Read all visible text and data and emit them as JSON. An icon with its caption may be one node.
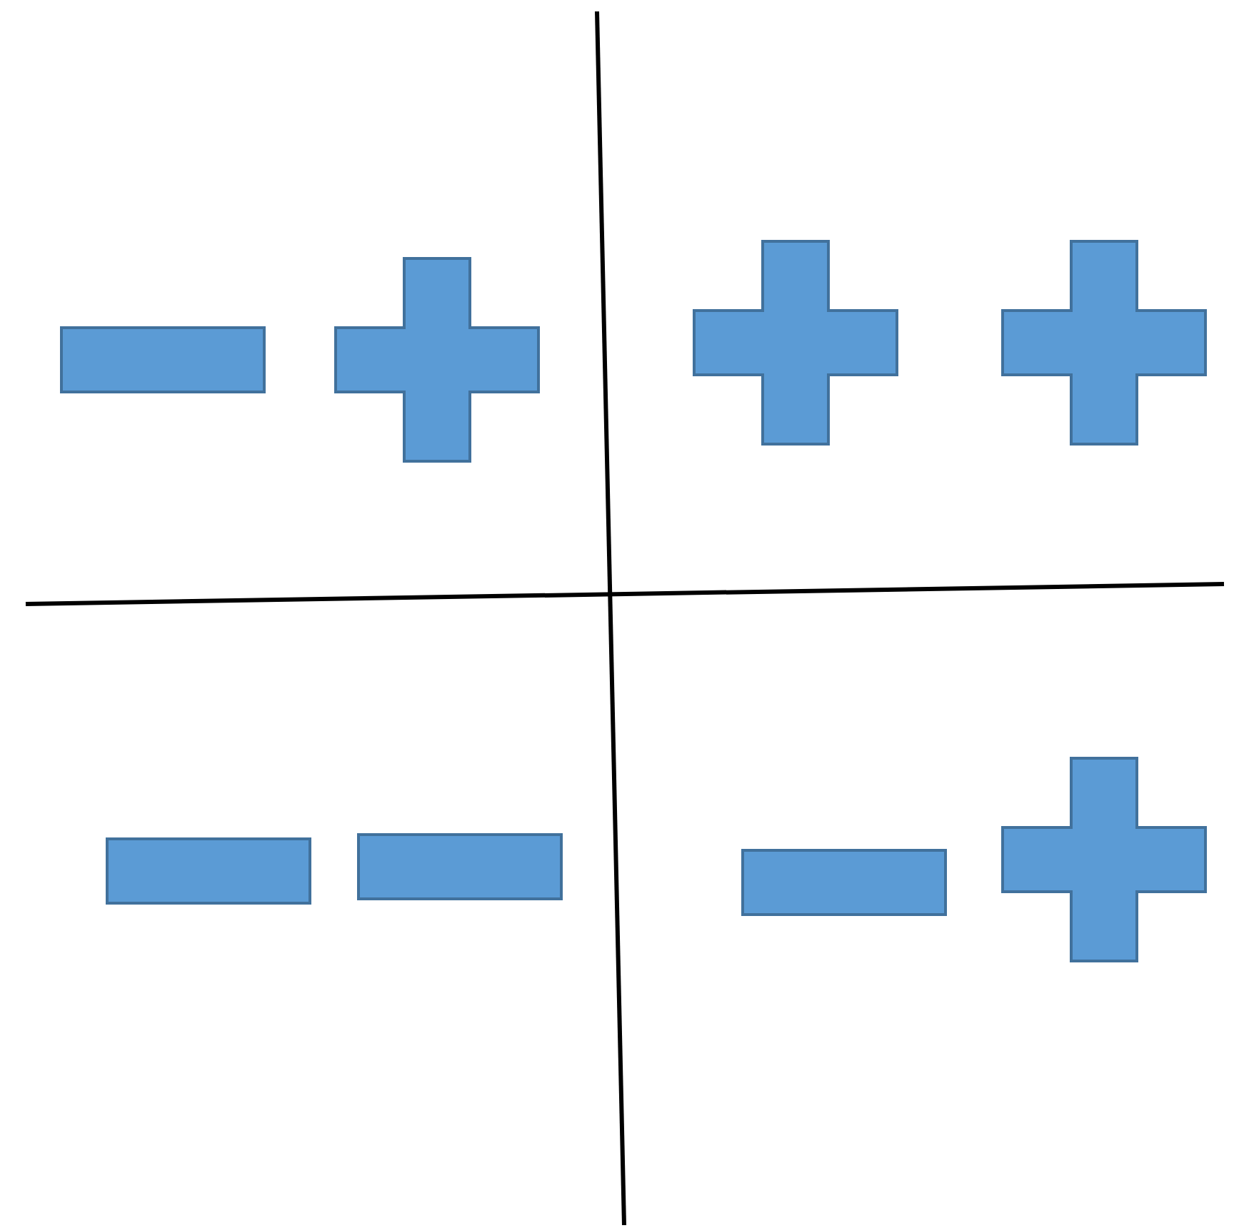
{
  "diagram": {
    "nodes": [
      {
        "text": [],
        "shape": "minus"
      },
      {
        "text": [],
        "shape": "plus"
      },
      {
        "text": [],
        "shape": "plus"
      },
      {
        "text": [],
        "shape": "plus"
      },
      {
        "text": [],
        "shape": "minus"
      },
      {
        "text": [],
        "shape": "minus"
      },
      {
        "text": [],
        "shape": "minus"
      },
      {
        "text": [],
        "shape": "plus"
      }
    ]
  }
}
